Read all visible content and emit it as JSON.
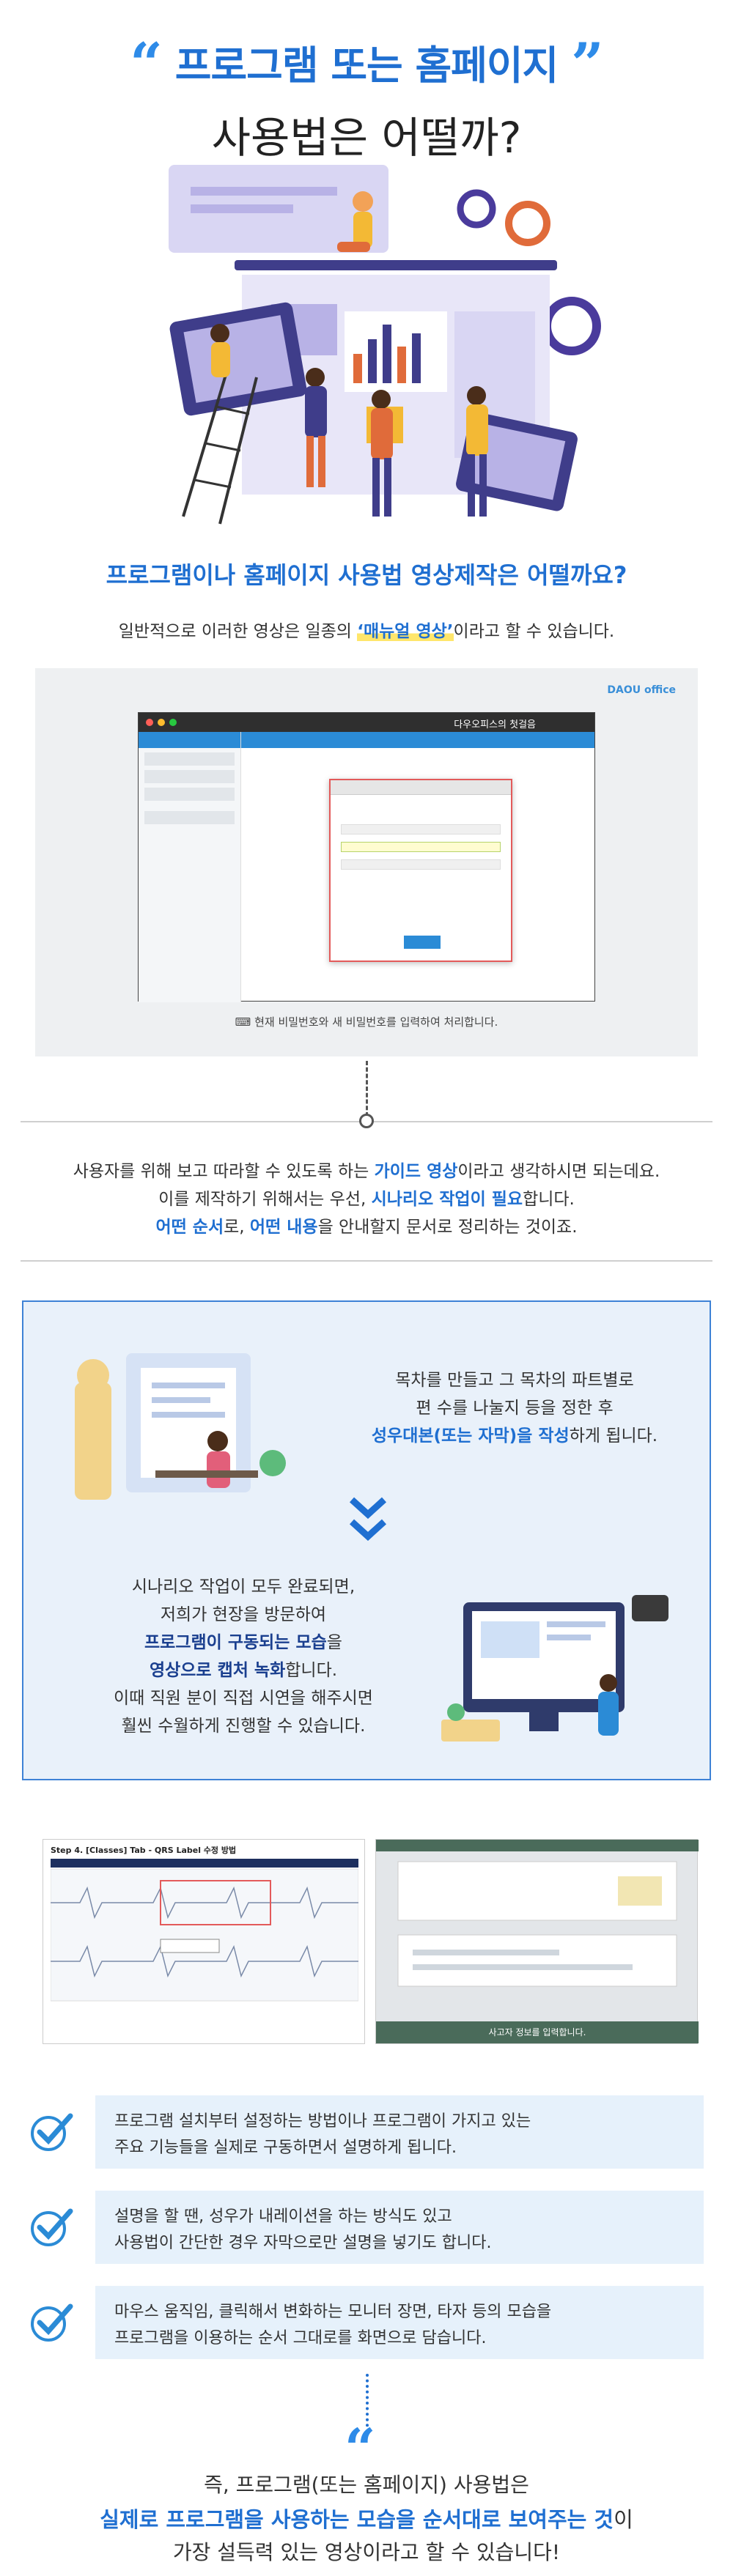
{
  "hero": {
    "title_line1": "프로그램 또는 홈페이지",
    "title_line2": "사용법은 어떨까?",
    "open_quote": "“",
    "close_quote": "”"
  },
  "sub_heading": "프로그램이나 홈페이지 사용법 영상제작은 어떨까요?",
  "intro": {
    "before": "일반적으로 이러한 영상은 일종의 ",
    "highlight": "‘매뉴얼 영상’",
    "after": "이라고 할 수 있습니다."
  },
  "screenshot": {
    "brand": "DAOU office",
    "window_title": "다우오피스의 첫걸음",
    "caption": "현재 비밀번호와 새 비밀번호를 입력하여 처리합니다."
  },
  "guide": {
    "line1_before": "사용자를 위해 보고 따라할 수 있도록 하는 ",
    "line1_bold": "가이드 영상",
    "line1_after": "이라고 생각하시면 되는데요.",
    "line2_before": "이를 제작하기 위해서는 우선, ",
    "line2_bold": "시나리오 작업이 필요",
    "line2_after": "합니다.",
    "line3_bold1": "어떤 순서",
    "line3_mid": "로, ",
    "line3_bold2": "어떤 내용",
    "line3_after": "을 안내할지 문서로 정리하는 것이죠."
  },
  "step1": {
    "line1": "목차를 만들고 그 목차의 파트별로",
    "line2": "편 수를 나눌지 등을 정한 후",
    "line3_bold": "성우대본(또는 자막)을 작성",
    "line3_after": "하게 됩니다."
  },
  "step2": {
    "line1": "시나리오 작업이 모두 완료되면,",
    "line2": "저희가 현장을 방문하여",
    "line3_bold": "프로그램이 구동되는 모습",
    "line3_after": "을",
    "line4_bold": "영상으로 캡처 녹화",
    "line4_after": "합니다.",
    "line5": "이때 직원 분이 직접 시연을 해주시면",
    "line6": "훨씬 수월하게 진행할 수 있습니다."
  },
  "examples": {
    "a_title": "Step 4. [Classes] Tab - QRS Label 수정 방법",
    "b_caption": "사고자 정보를 입력합니다."
  },
  "checks": [
    {
      "line1": "프로그램 설치부터 설정하는 방법이나 프로그램이 가지고 있는",
      "line2": "주요 기능들을 실제로 구동하면서 설명하게 됩니다."
    },
    {
      "line1": "설명을 할 땐, 성우가 내레이션을 하는 방식도 있고",
      "line2": "사용법이 간단한 경우 자막으로만 설명을 넣기도 합니다."
    },
    {
      "line1": "마우스 움직임, 클릭해서 변화하는 모니터 장면, 타자 등의 모습을",
      "line2": "프로그램을 이용하는 순서 그대로를 화면으로 담습니다."
    }
  ],
  "conclusion": {
    "quote": "“",
    "line1": "즉, 프로그램(또는 홈페이지) 사용법은",
    "line2_bold": "실제로 프로그램을 사용하는 모습을 순서대로 보여주는 것",
    "line2_after": "이",
    "line3": "가장 설득력 있는 영상이라고 할 수 있습니다!"
  },
  "colors": {
    "accent": "#1f6fd1",
    "box_border": "#3e82d6",
    "box_bg": "#e9f1fa",
    "highlight": "#ffe66b"
  }
}
